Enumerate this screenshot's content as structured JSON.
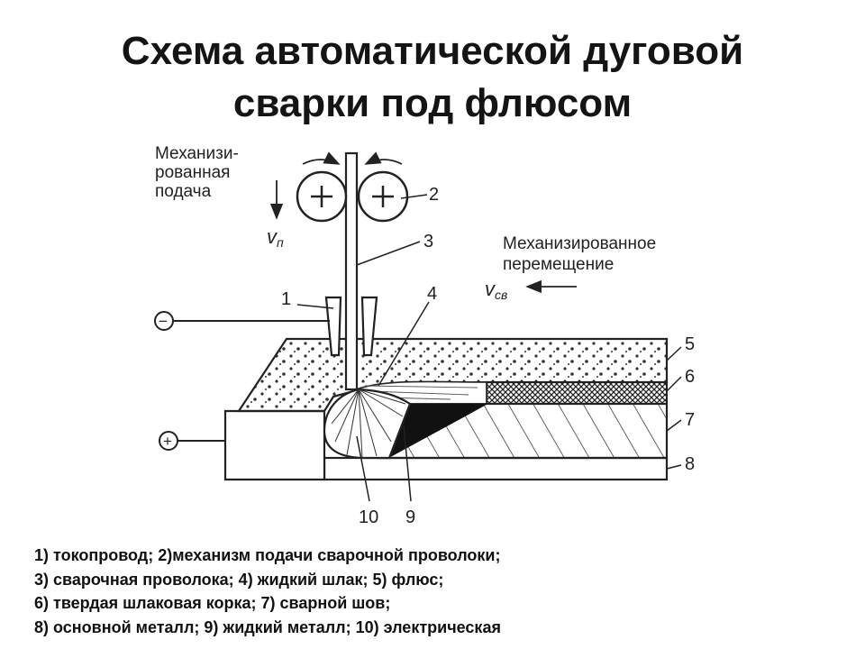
{
  "title": {
    "line1": "Схема автоматической дуговой",
    "line2": "сварки под флюсом"
  },
  "diagram": {
    "feed_label": [
      "Механизи-",
      "рованная",
      "подача"
    ],
    "feed_speed": "v",
    "feed_speed_sub": "п",
    "travel_label": [
      "Механизированное",
      "перемещение"
    ],
    "travel_speed": "v",
    "travel_speed_sub": "св",
    "minus": "−",
    "plus": "+",
    "callouts": [
      "1",
      "2",
      "3",
      "4",
      "5",
      "6",
      "7",
      "8",
      "9",
      "10"
    ]
  },
  "legend": [
    "1)  токопровод; 2)механизм подачи сварочной проволоки;",
    "3) сварочная проволока; 4) жидкий шлак; 5) флюс;",
    "6) твердая шлаковая корка; 7) сварной шов;",
    "8) основной металл; 9) жидкий металл; 10) электрическая"
  ]
}
